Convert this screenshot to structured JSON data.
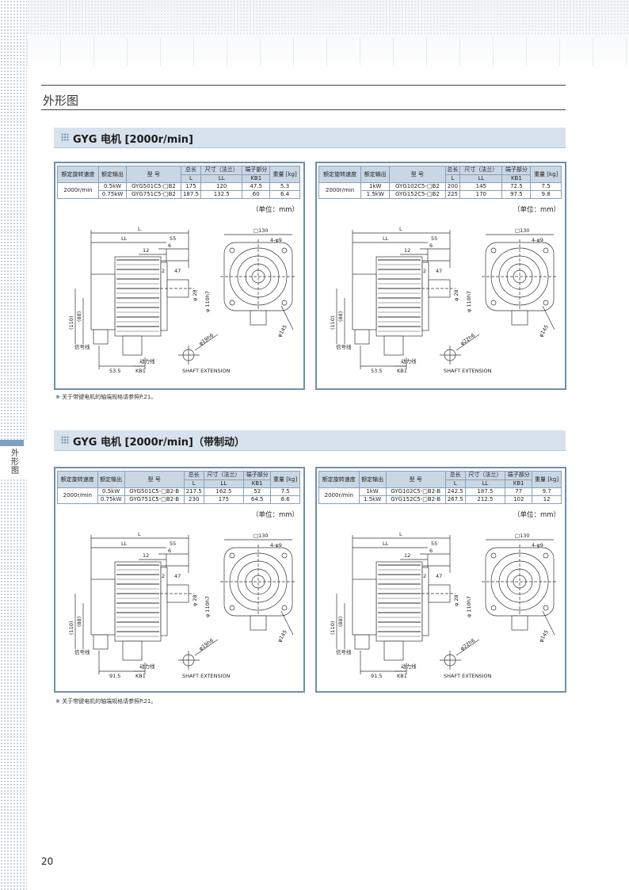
{
  "page": {
    "title": "外形图",
    "side_label": "外形图",
    "page_number": "20"
  },
  "headers": [
    "额定旋转速度",
    "额定输出",
    "型 号",
    "总长",
    "尺寸（法兰）",
    "端子部分",
    "重量 [kg]"
  ],
  "subheaders": [
    "L",
    "LL",
    "KB1"
  ],
  "unit_label": "（单位：mm）",
  "shaft_label": "SHAFT EXTENSION",
  "drawing_labels": {
    "L": "L",
    "LL": "LL",
    "d55": "55",
    "d12": "12",
    "d6": "6",
    "d2": "2",
    "d47": "47",
    "sq130": "□130",
    "holes": "4-φ9",
    "phi28": "φ 28",
    "phi110": "φ 110h7",
    "phi145": "φ145",
    "h110": "(110)",
    "h88": "(88)",
    "signal": "信号线",
    "power": "动力线",
    "kb1": "KB1"
  },
  "sections": [
    {
      "title": "GYG 电机 [2000r/min]",
      "note": "※ 关于带键电机的轴端规格请参照P.21。",
      "panels": [
        {
          "speed": "2000r/min",
          "dim_53": "53.5",
          "shaft_fit": "φ19h6",
          "rows": [
            {
              "output": "0.5kW",
              "model": "GYG501C5-□B2",
              "L": "175",
              "LL": "120",
              "KB1": "47.5",
              "weight": "5.3"
            },
            {
              "output": "0.75kW",
              "model": "GYG751C5-□B2",
              "L": "187.5",
              "LL": "132.5",
              "KB1": "60",
              "weight": "6.4"
            }
          ]
        },
        {
          "speed": "2000r/min",
          "dim_53": "53.5",
          "shaft_fit": "φ22h6",
          "rows": [
            {
              "output": "1kW",
              "model": "GYG102C5-□B2",
              "L": "200",
              "LL": "145",
              "KB1": "72.5",
              "weight": "7.5"
            },
            {
              "output": "1.5kW",
              "model": "GYG152C5-□B2",
              "L": "225",
              "LL": "170",
              "KB1": "97.5",
              "weight": "9.8"
            }
          ]
        }
      ]
    },
    {
      "title": "GYG 电机 [2000r/min]（带制动）",
      "note": "※ 关于带键电机的轴端规格请参照P.21。",
      "panels": [
        {
          "speed": "2000r/min",
          "dim_53": "91.5",
          "shaft_fit": "φ19h6",
          "rows": [
            {
              "output": "0.5kW",
              "model": "GYG501C5-□B2-B",
              "L": "217.5",
              "LL": "162.5",
              "KB1": "52",
              "weight": "7.5"
            },
            {
              "output": "0.75kW",
              "model": "GYG751C5-□B2-B",
              "L": "230",
              "LL": "175",
              "KB1": "64.5",
              "weight": "8.6"
            }
          ]
        },
        {
          "speed": "2000r/min",
          "dim_53": "91.5",
          "shaft_fit": "φ22h6",
          "rows": [
            {
              "output": "1kW",
              "model": "GYG102C5-□B2-B",
              "L": "242.5",
              "LL": "187.5",
              "KB1": "77",
              "weight": "9.7"
            },
            {
              "output": "1.5kW",
              "model": "GYG152C5-□B2-B",
              "L": "267.5",
              "LL": "212.5",
              "KB1": "102",
              "weight": "12"
            }
          ]
        }
      ]
    }
  ]
}
